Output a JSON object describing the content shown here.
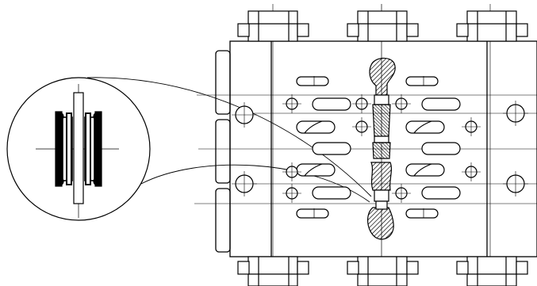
{
  "drawing": {
    "colors": {
      "stroke": "#000000",
      "background": "#ffffff",
      "hatch": "#000000"
    },
    "parts": {
      "detail_view": "detail-circle",
      "block": "valve-block",
      "studs": "tie-rod",
      "ports": "oblong-slot"
    }
  }
}
